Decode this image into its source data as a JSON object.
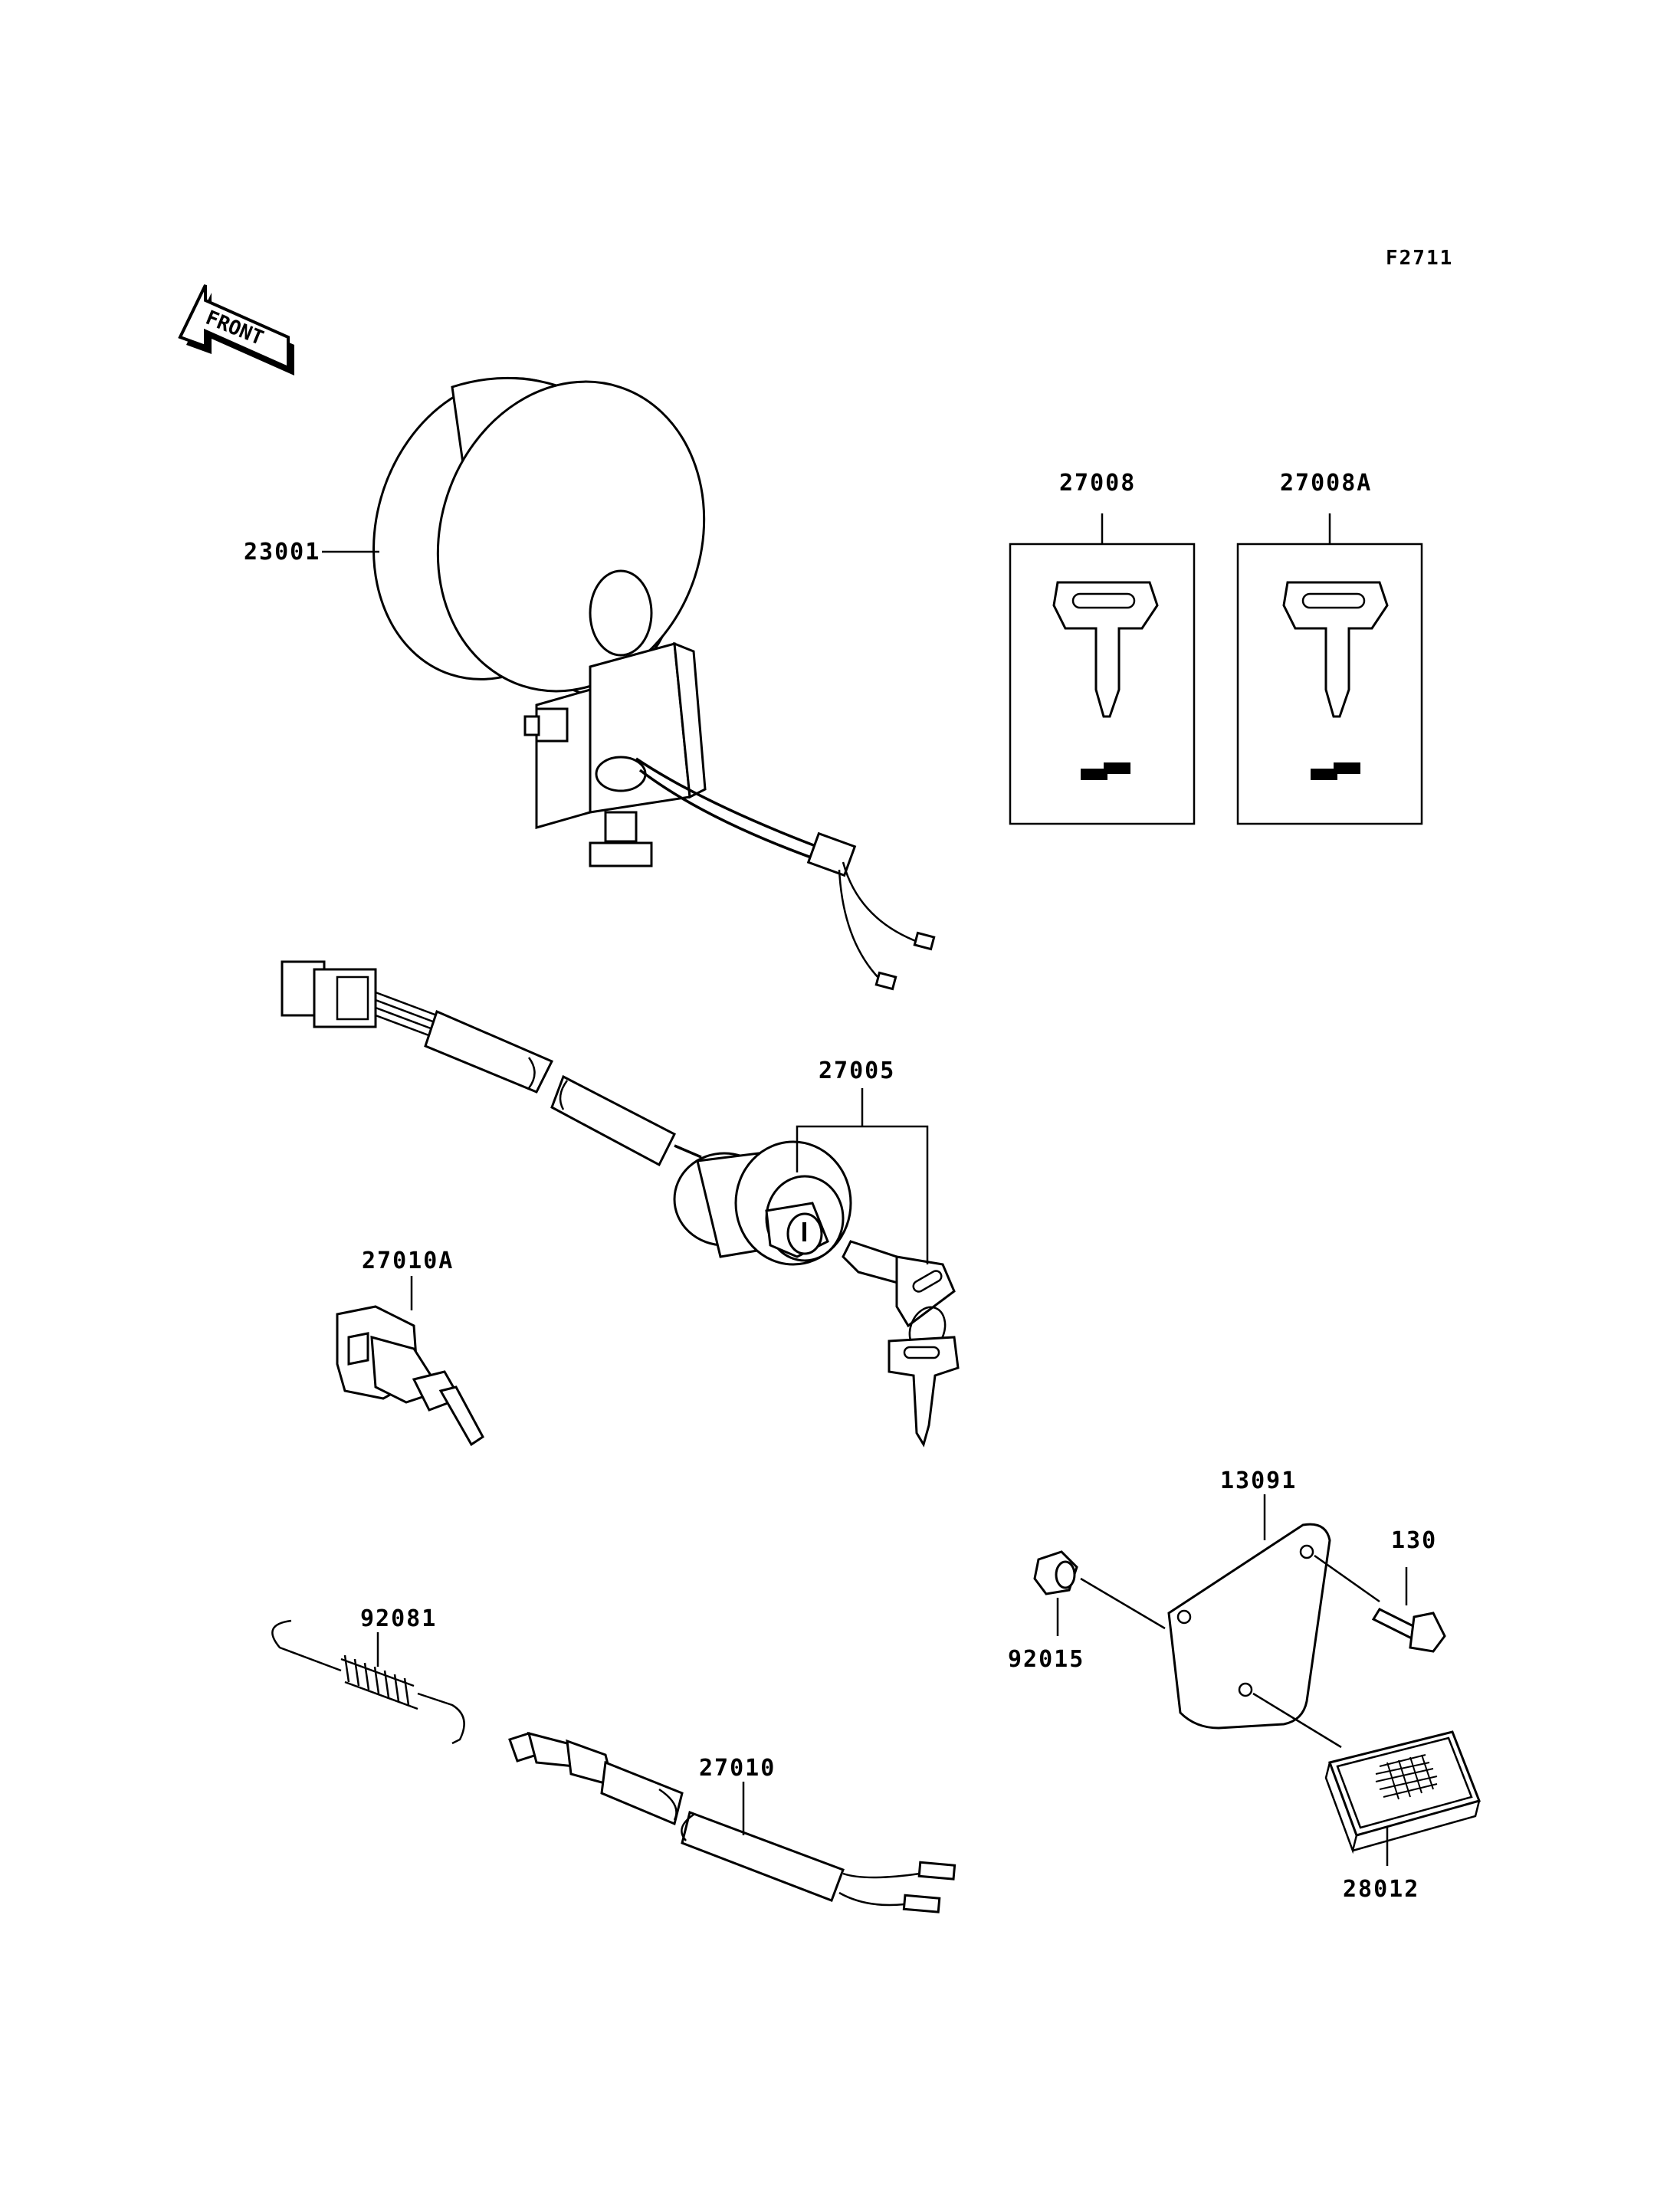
{
  "figure_code": "F2711",
  "front_arrow_label": "FRONT",
  "parts": {
    "p23001": "23001",
    "p27008": "27008",
    "p27008A": "27008A",
    "p27005": "27005",
    "p27010A": "27010A",
    "p13091": "13091",
    "p130": "130",
    "p92015": "92015",
    "p92081": "92081",
    "p27010": "27010",
    "p28012": "28012"
  },
  "icons": {
    "front_arrow": "front-arrow-icon",
    "lamp": "lamp-icon",
    "key": "key-icon",
    "switch": "ignition-switch-icon"
  }
}
